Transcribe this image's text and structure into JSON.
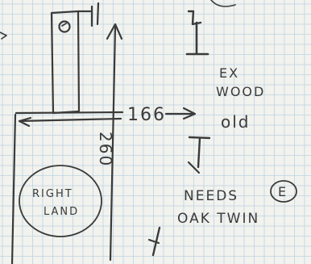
{
  "sketch": {
    "dimension_width": "166",
    "dimension_height": "260",
    "label_ex": "EX",
    "label_wood": "WOOD",
    "label_old": "old",
    "label_needs": "NEEDS",
    "label_e": "E",
    "label_oak_twin": "OAK TWIN",
    "label_right": "RIGHT",
    "label_land": "LAND",
    "colors": {
      "paper": "#f2f2ee",
      "grid": "#b8d0df",
      "pencil": "#3a3a3a"
    }
  }
}
